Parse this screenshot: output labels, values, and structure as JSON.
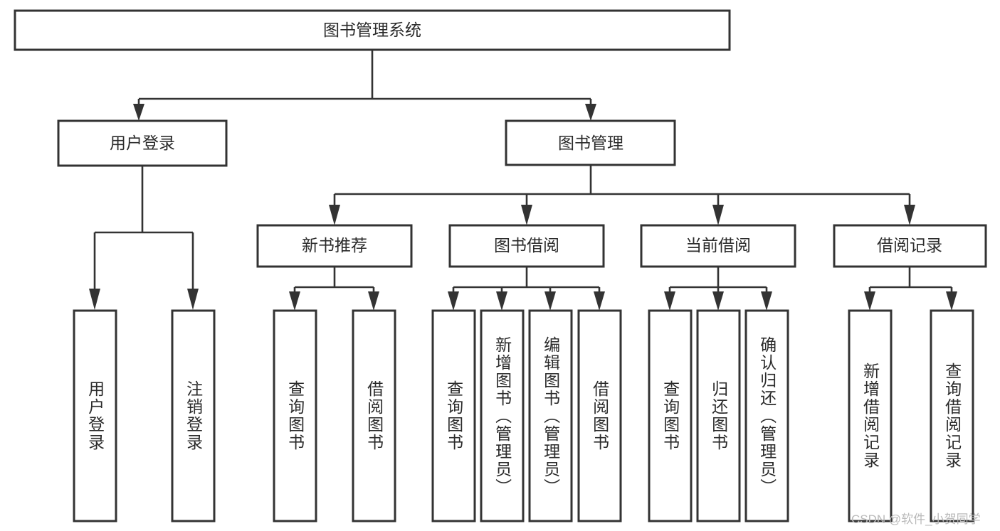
{
  "diagram": {
    "title_node": {
      "label": "图书管理系统"
    },
    "level2": [
      {
        "label": "用户登录"
      },
      {
        "label": "图书管理"
      }
    ],
    "level3": [
      {
        "label": "新书推荐"
      },
      {
        "label": "图书借阅"
      },
      {
        "label": "当前借阅"
      },
      {
        "label": "借阅记录"
      }
    ],
    "leaves": {
      "user_login": [
        {
          "label": "用户登录"
        },
        {
          "label": "注销登录"
        }
      ],
      "new_book": [
        {
          "label": "查询图书"
        },
        {
          "label": "借阅图书"
        }
      ],
      "book_borrow": [
        {
          "label": "查询图书"
        },
        {
          "label": "新增图书（管理员）"
        },
        {
          "label": "编辑图书（管理员）"
        },
        {
          "label": "借阅图书"
        }
      ],
      "current_borrow": [
        {
          "label": "查询图书"
        },
        {
          "label": "归还图书"
        },
        {
          "label": "确认归还（管理员）"
        }
      ],
      "borrow_record": [
        {
          "label": "新增借阅记录"
        },
        {
          "label": "查询借阅记录"
        }
      ]
    }
  },
  "watermark": {
    "text": "CSDN @软件_小贺同学"
  },
  "colors": {
    "box_stroke": "#333333",
    "box_fill": "#ffffff",
    "text": "#2b2b2b",
    "watermark": "#b9b9b9",
    "background": "#ffffff"
  }
}
